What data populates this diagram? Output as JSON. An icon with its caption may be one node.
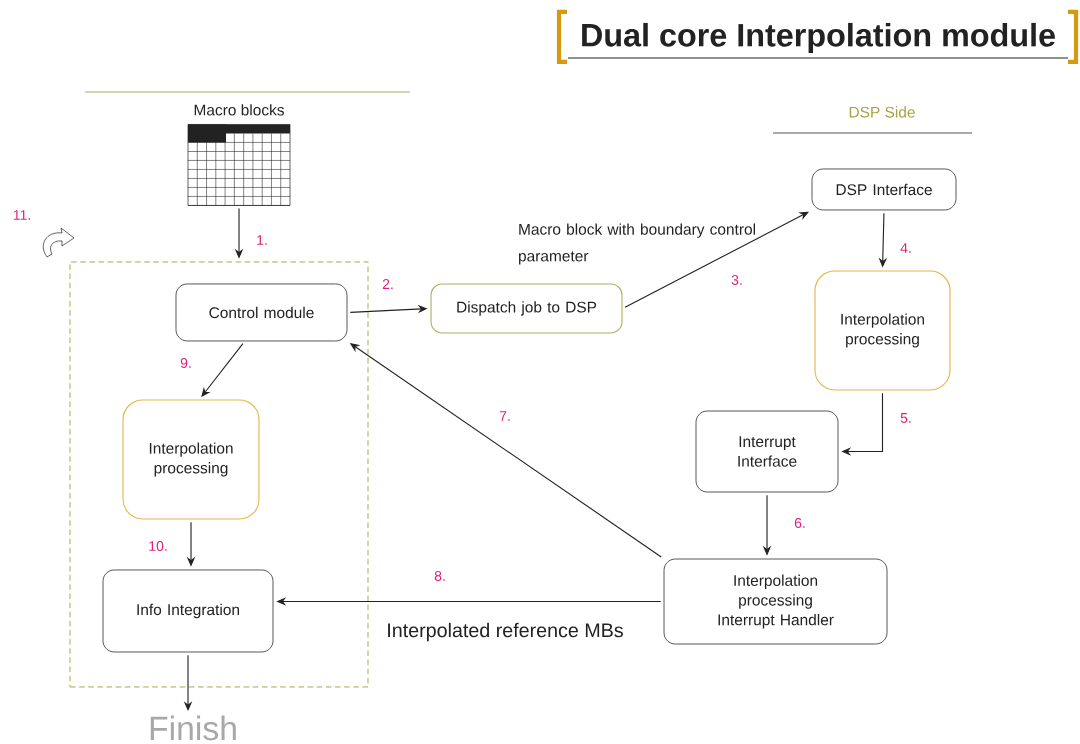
{
  "diagram": {
    "title": "Dual core Interpolation module",
    "nodes": [
      {
        "text": [
          "Macro blocks"
        ]
      },
      {
        "text": [],
        "shape": "box"
      },
      {
        "text": [
          "Control module"
        ],
        "in": 1
      },
      {
        "text": [
          "Interpolation processing"
        ],
        "in": 1
      },
      {
        "text": [
          "Info Integration"
        ],
        "in": 1
      },
      {
        "text": [
          "Dispatch job to DSP"
        ]
      },
      {
        "text": [
          "DSP Interface"
        ]
      },
      {
        "text": [
          "Interpolation processing"
        ]
      },
      {
        "text": [
          "Interrupt Interface"
        ]
      },
      {
        "text": [
          "Interpolation processing Interrupt Handler"
        ]
      },
      {
        "text": [
          "Finish"
        ]
      }
    ],
    "edges": [
      {
        "from": 0,
        "to": 1,
        "arrow": "to",
        "label": "1."
      },
      {
        "from": 2,
        "to": 5,
        "arrow": "to",
        "label": "2."
      },
      {
        "from": 5,
        "to": 6,
        "arrow": "to",
        "label": "3."
      },
      {
        "from": 6,
        "to": 7,
        "arrow": "to",
        "label": "4."
      },
      {
        "from": 7,
        "to": 8,
        "arrow": "to",
        "label": "5."
      },
      {
        "from": 8,
        "to": 9,
        "arrow": "to",
        "label": "6."
      },
      {
        "from": 9,
        "to": 2,
        "arrow": "to",
        "label": "7."
      },
      {
        "from": 9,
        "to": 4,
        "arrow": "to",
        "label": "8."
      },
      {
        "from": 2,
        "to": 3,
        "arrow": "to",
        "label": "9."
      },
      {
        "from": 3,
        "to": 4,
        "arrow": "to",
        "label": "10."
      },
      {
        "from": 4,
        "to": 10,
        "arrow": "to"
      }
    ],
    "labels": [
      "11.",
      "DSP Side",
      "Macro block with boundary control parameter",
      "Interpolated reference MBs"
    ]
  }
}
